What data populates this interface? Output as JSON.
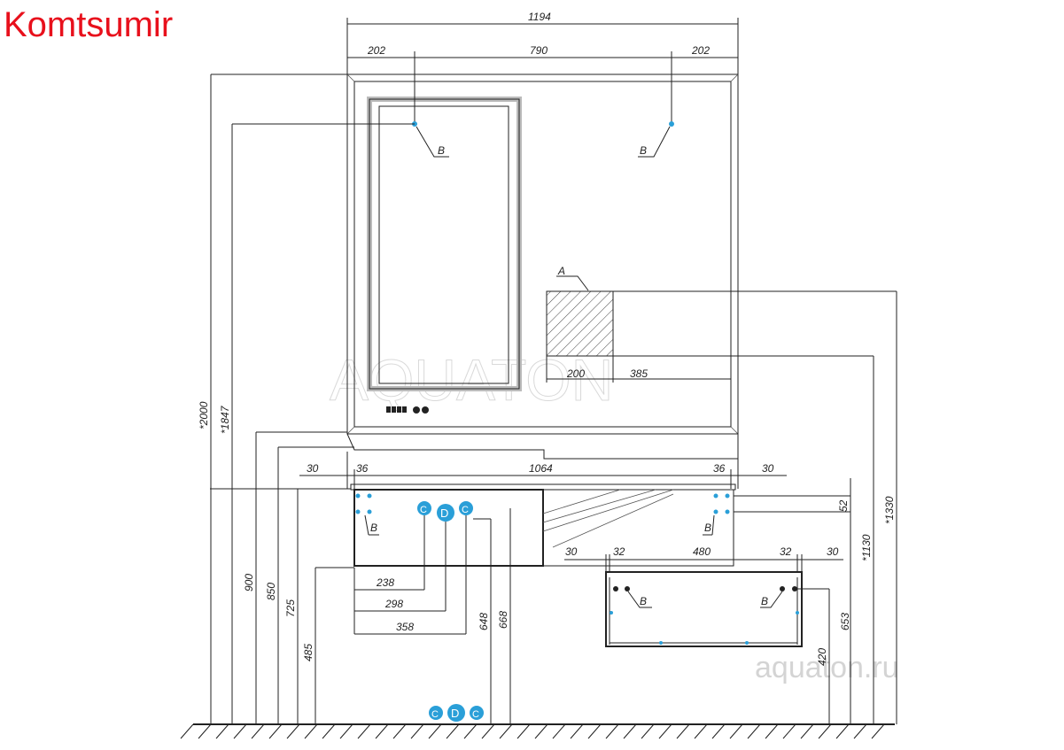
{
  "brand": {
    "text": "Komtsumir",
    "color": "#e8101c"
  },
  "watermarks": {
    "big": "AQUATON",
    "url": "aquaton.ru"
  },
  "dimensions": {
    "top_total": "1194",
    "top_left": "202",
    "top_mid": "790",
    "top_right": "202",
    "h_2000": "*2000",
    "h_1847": "*1847",
    "h_900": "900",
    "h_850": "850",
    "h_725": "725",
    "h_485": "485",
    "s_30a": "30",
    "s_36a": "36",
    "s_1064": "1064",
    "s_36b": "36",
    "s_30b": "30",
    "d_238": "238",
    "d_298": "298",
    "d_358": "358",
    "v_648": "648",
    "v_668": "668",
    "p_200": "200",
    "p_385": "385",
    "r_52": "52",
    "r_1130": "*1130",
    "r_1330": "*1330",
    "b_30a": "30",
    "b_32a": "32",
    "b_480": "480",
    "b_32b": "32",
    "b_30b": "30",
    "v_653": "653",
    "v_420": "420"
  },
  "labels": {
    "A": "A",
    "B": "B",
    "C": "C",
    "D": "D"
  },
  "colors": {
    "accent_dot": "#2a9fd8",
    "line": "#222222"
  }
}
